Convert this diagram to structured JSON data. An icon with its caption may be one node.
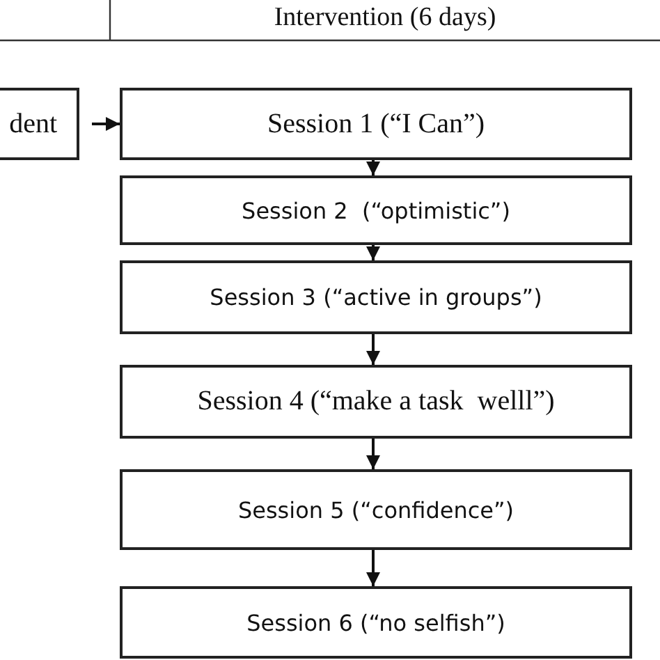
{
  "diagram": {
    "title": "Intervention (6 days)",
    "nodes": [
      {
        "text": [
          "dent"
        ]
      },
      {
        "text": [
          "Session 1 (“I Can”)"
        ]
      },
      {
        "text": [
          "Session 2  (“optimistic”)"
        ]
      },
      {
        "text": [
          "Session 3 (“active in groups”)"
        ]
      },
      {
        "text": [
          "Session 4 (“make a task  welll”)"
        ]
      },
      {
        "text": [
          "Session 5 (“confidence”)"
        ]
      },
      {
        "text": [
          "Session 6 (“no selfish”)"
        ]
      }
    ],
    "edges": [
      {
        "from": 0,
        "to": 1,
        "arrow": "to"
      },
      {
        "from": 1,
        "to": 2,
        "arrow": "to"
      },
      {
        "from": 2,
        "to": 3,
        "arrow": "to"
      },
      {
        "from": 3,
        "to": 4,
        "arrow": "to"
      },
      {
        "from": 4,
        "to": 5,
        "arrow": "to"
      },
      {
        "from": 5,
        "to": 6,
        "arrow": "to"
      }
    ]
  }
}
